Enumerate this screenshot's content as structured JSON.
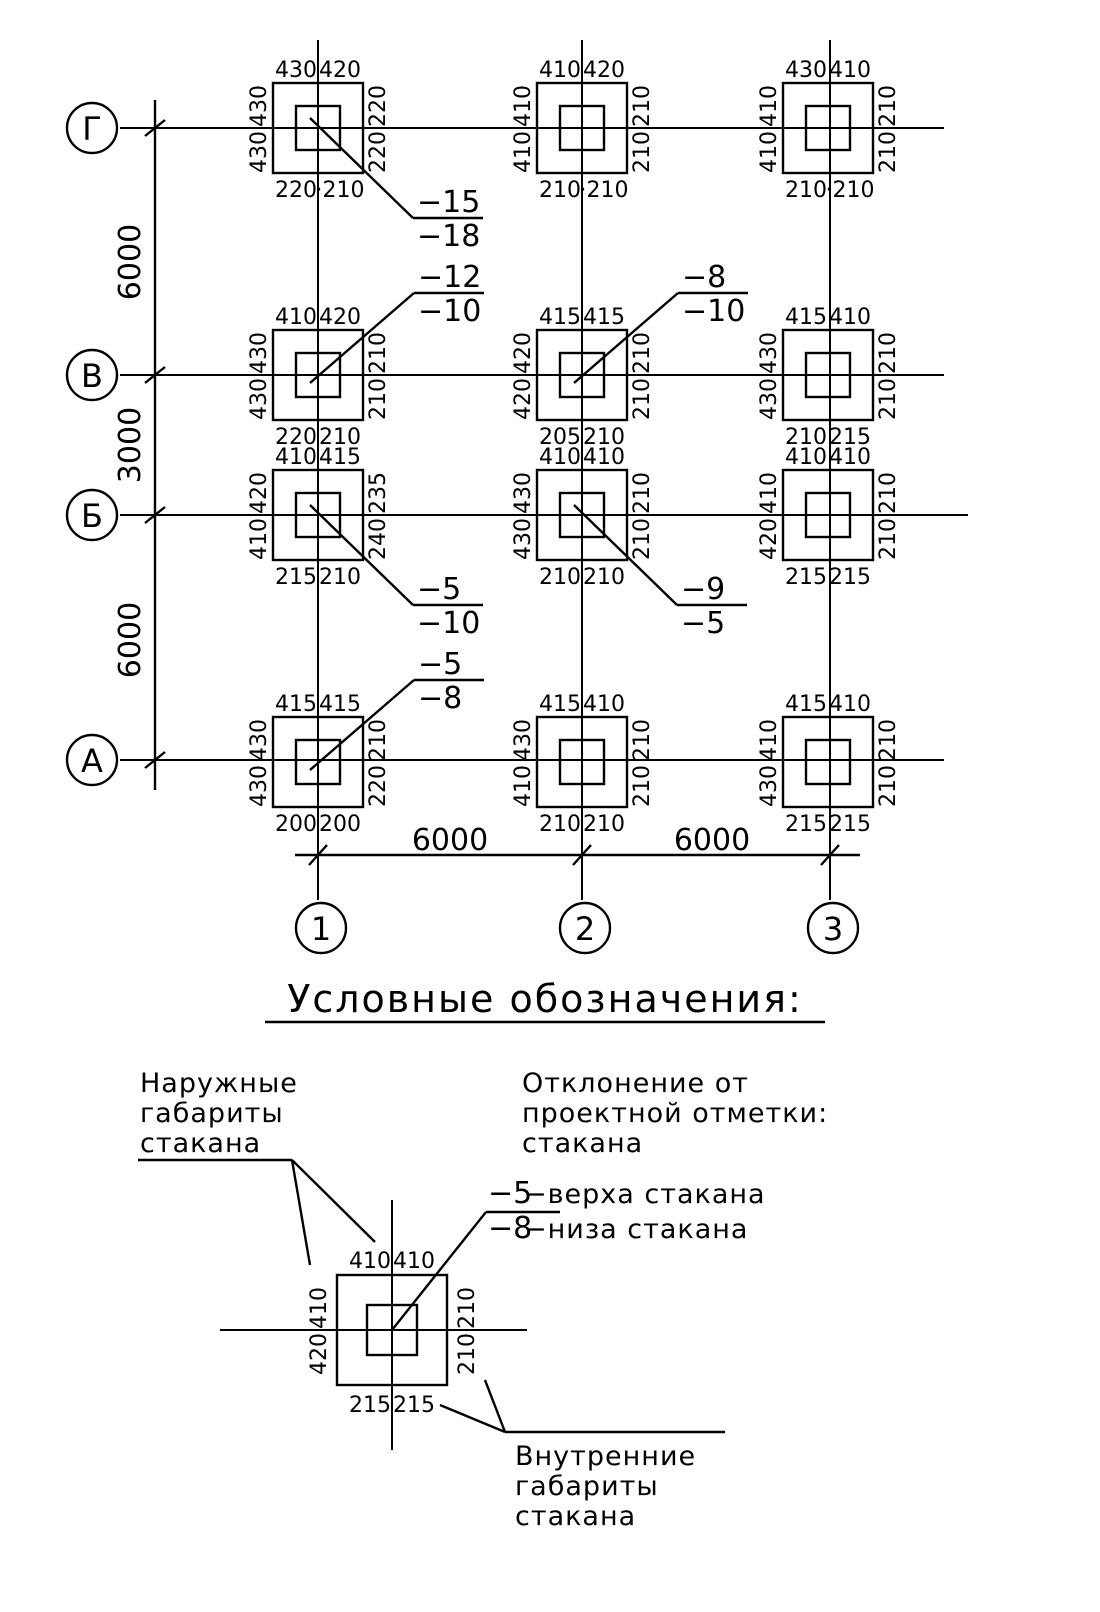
{
  "axes": {
    "rows": [
      {
        "label": "Г"
      },
      {
        "label": "В"
      },
      {
        "label": "Б"
      },
      {
        "label": "А"
      }
    ],
    "columns": [
      {
        "label": "1"
      },
      {
        "label": "2"
      },
      {
        "label": "3"
      }
    ],
    "row_spans": [
      "6000",
      "3000",
      "6000"
    ],
    "column_spans": [
      "6000",
      "6000"
    ]
  },
  "foundations": [
    {
      "row": 0,
      "col": 0,
      "top": [
        "430",
        "420"
      ],
      "left": [
        "430",
        "430"
      ],
      "right": [
        "220",
        "220"
      ],
      "bottom": [
        "220",
        "·210"
      ]
    },
    {
      "row": 0,
      "col": 1,
      "top": [
        "410",
        "420"
      ],
      "left": [
        "410",
        "410"
      ],
      "right": [
        "210",
        "210"
      ],
      "bottom": [
        "210",
        "·210"
      ]
    },
    {
      "row": 0,
      "col": 2,
      "top": [
        "430",
        "410"
      ],
      "left": [
        "410",
        "410"
      ],
      "right": [
        "210",
        "210"
      ],
      "bottom": [
        "210",
        "·210"
      ]
    },
    {
      "row": 1,
      "col": 0,
      "top": [
        "410",
        "420"
      ],
      "left": [
        "430",
        "430"
      ],
      "right": [
        "210",
        "210"
      ],
      "bottom": [
        "220",
        "210"
      ]
    },
    {
      "row": 1,
      "col": 1,
      "top": [
        "415",
        "415"
      ],
      "left": [
        "420",
        "420"
      ],
      "right": [
        "210",
        "210"
      ],
      "bottom": [
        "205",
        "210"
      ]
    },
    {
      "row": 1,
      "col": 2,
      "top": [
        "415",
        "410"
      ],
      "left": [
        "430",
        "430"
      ],
      "right": [
        "210",
        "210"
      ],
      "bottom": [
        "210",
        "215"
      ]
    },
    {
      "row": 2,
      "col": 0,
      "top": [
        "410",
        "415"
      ],
      "left": [
        "420",
        "410"
      ],
      "right": [
        "235",
        "240"
      ],
      "bottom": [
        "215",
        "210"
      ]
    },
    {
      "row": 2,
      "col": 1,
      "top": [
        "410",
        "410"
      ],
      "left": [
        "430",
        "430"
      ],
      "right": [
        "210",
        "210"
      ],
      "bottom": [
        "210",
        "210"
      ]
    },
    {
      "row": 2,
      "col": 2,
      "top": [
        "410",
        "410"
      ],
      "left": [
        "410",
        "420"
      ],
      "right": [
        "210",
        "210"
      ],
      "bottom": [
        "215",
        "215"
      ]
    },
    {
      "row": 3,
      "col": 0,
      "top": [
        "415",
        "415"
      ],
      "left": [
        "430",
        "430"
      ],
      "right": [
        "210",
        "220"
      ],
      "bottom": [
        "200",
        "200"
      ]
    },
    {
      "row": 3,
      "col": 1,
      "top": [
        "415",
        "410"
      ],
      "left": [
        "430",
        "410"
      ],
      "right": [
        "210",
        "210"
      ],
      "bottom": [
        "210",
        "210"
      ]
    },
    {
      "row": 3,
      "col": 2,
      "top": [
        "415",
        "410"
      ],
      "left": [
        "410",
        "430"
      ],
      "right": [
        "210",
        "210"
      ],
      "bottom": [
        "215",
        "215"
      ]
    }
  ],
  "deviations": [
    {
      "row": 0,
      "col": 0,
      "top": "−15",
      "bottom": "−18"
    },
    {
      "row": 1,
      "col": 0,
      "top": "−12",
      "bottom": "−10"
    },
    {
      "row": 1,
      "col": 1,
      "top": "−8",
      "bottom": "−10"
    },
    {
      "row": 2,
      "col": 0,
      "top": "−5",
      "bottom": "−10"
    },
    {
      "row": 2,
      "col": 1,
      "top": "−9",
      "bottom": "−5"
    },
    {
      "row": 3,
      "col": 0,
      "top": "−5",
      "bottom": "−8"
    }
  ],
  "legend": {
    "title": "Условные обозначения:",
    "outer_label": [
      "Наружные",
      "габариты",
      "стакана"
    ],
    "deviation_label": [
      "Отклонение от",
      "проектной отметки:",
      "стакана"
    ],
    "top_deviation": "−5",
    "top_deviation_text": "−верха стакана",
    "bottom_deviation": "−8",
    "bottom_deviation_text": "−низа стакана",
    "inner_label": [
      "Внутренние",
      "габариты",
      "стакана"
    ],
    "sample": {
      "top": [
        "410",
        "410"
      ],
      "left": [
        "410",
        "420"
      ],
      "right": [
        "210",
        "210"
      ],
      "bottom": [
        "215",
        "215"
      ]
    }
  }
}
